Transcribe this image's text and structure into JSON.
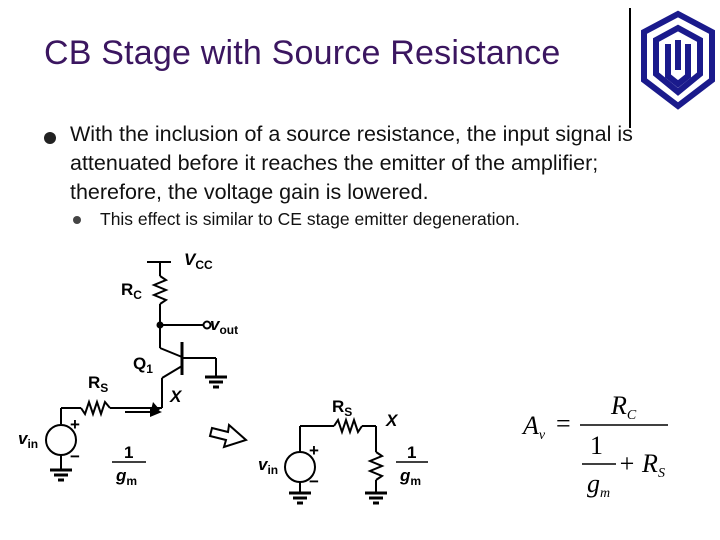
{
  "slide": {
    "title": "CB Stage with Source Resistance",
    "bullet_main": "With the inclusion of a source resistance, the input signal is attenuated before it reaches the emitter of the amplifier; therefore, the voltage gain is lowered.",
    "bullet_sub": "This effect is similar to CE stage emitter degeneration."
  },
  "circuit_left": {
    "vcc": "V",
    "vcc_sub": "CC",
    "rc": "R",
    "rc_sub": "C",
    "vout": "v",
    "vout_sub": "out",
    "q1": "Q",
    "q1_sub": "1",
    "rs": "R",
    "rs_sub": "S",
    "x": "X",
    "vin": "v",
    "vin_sub": "in",
    "plus": "+",
    "minus": "−",
    "frac_num": "1",
    "frac_den": "g",
    "frac_den_sub": "m"
  },
  "circuit_right": {
    "rs": "R",
    "rs_sub": "S",
    "x": "X",
    "vin": "v",
    "vin_sub": "in",
    "plus": "+",
    "minus": "−",
    "frac_num": "1",
    "frac_den": "g",
    "frac_den_sub": "m"
  },
  "equation": {
    "lhs": "A",
    "lhs_sub": "v",
    "equals": "=",
    "num": "R",
    "num_sub": "C",
    "one": "1",
    "plus_rs": "+ R",
    "plus_rs_sub": "S",
    "gm": "g",
    "gm_sub": "m"
  }
}
